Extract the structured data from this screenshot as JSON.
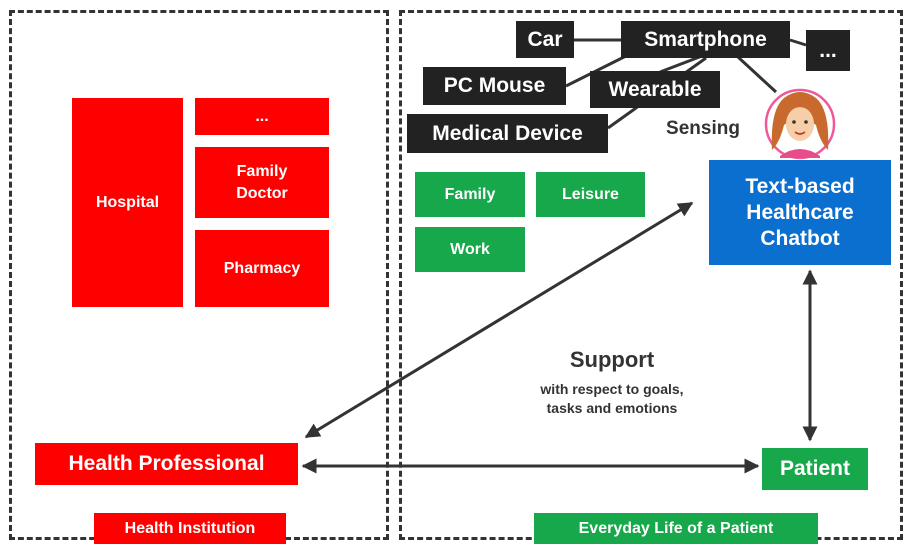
{
  "regions": {
    "institution_label": "Health Institution",
    "everyday_label": "Everyday Life of a Patient"
  },
  "institutions": {
    "hospital": "Hospital",
    "more": "...",
    "family_doctor": "Family\nDoctor",
    "pharmacy": "Pharmacy"
  },
  "devices": {
    "car": "Car",
    "smartphone": "Smartphone",
    "more": "...",
    "pc_mouse": "PC Mouse",
    "wearable": "Wearable",
    "medical_device": "Medical Device"
  },
  "sensing_label": "Sensing",
  "contexts": {
    "family": "Family",
    "leisure": "Leisure",
    "work": "Work"
  },
  "chatbot_label": "Text-based\nHealthcare\nChatbot",
  "support": {
    "title": "Support",
    "subtitle": "with respect to goals,\ntasks and emotions"
  },
  "health_professional": "Health Professional",
  "patient": "Patient",
  "colors": {
    "red": "#ff0000",
    "green": "#16a84a",
    "blue": "#0b6fcf",
    "dark": "#222222"
  }
}
